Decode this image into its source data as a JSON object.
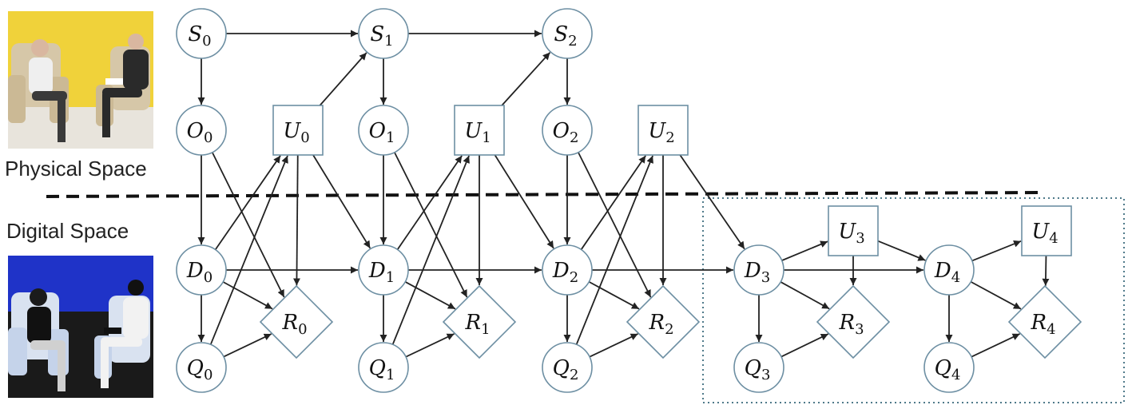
{
  "labels": {
    "physical": "Physical Space",
    "digital": "Digital Space"
  },
  "images": {
    "physical": "photo of two people seated in armchairs (physical therapy session)",
    "digital": "color-inverted photo of the same session (digital twin)"
  },
  "colors": {
    "node_stroke": "#6d8fa3",
    "edge": "#222222",
    "divider": "#111111",
    "dotted_box": "#4f7a8a"
  },
  "nodes": [
    {
      "id": "S0",
      "shape": "circle",
      "base": "S",
      "sub": "0"
    },
    {
      "id": "S1",
      "shape": "circle",
      "base": "S",
      "sub": "1"
    },
    {
      "id": "S2",
      "shape": "circle",
      "base": "S",
      "sub": "2"
    },
    {
      "id": "O0",
      "shape": "circle",
      "base": "O",
      "sub": "0"
    },
    {
      "id": "O1",
      "shape": "circle",
      "base": "O",
      "sub": "1"
    },
    {
      "id": "O2",
      "shape": "circle",
      "base": "O",
      "sub": "2"
    },
    {
      "id": "U0",
      "shape": "square",
      "base": "U",
      "sub": "0"
    },
    {
      "id": "U1",
      "shape": "square",
      "base": "U",
      "sub": "1"
    },
    {
      "id": "U2",
      "shape": "square",
      "base": "U",
      "sub": "2"
    },
    {
      "id": "U3",
      "shape": "square",
      "base": "U",
      "sub": "3"
    },
    {
      "id": "U4",
      "shape": "square",
      "base": "U",
      "sub": "4"
    },
    {
      "id": "D0",
      "shape": "circle",
      "base": "D",
      "sub": "0"
    },
    {
      "id": "D1",
      "shape": "circle",
      "base": "D",
      "sub": "1"
    },
    {
      "id": "D2",
      "shape": "circle",
      "base": "D",
      "sub": "2"
    },
    {
      "id": "D3",
      "shape": "circle",
      "base": "D",
      "sub": "3"
    },
    {
      "id": "D4",
      "shape": "circle",
      "base": "D",
      "sub": "4"
    },
    {
      "id": "R0",
      "shape": "diamond",
      "base": "R",
      "sub": "0"
    },
    {
      "id": "R1",
      "shape": "diamond",
      "base": "R",
      "sub": "1"
    },
    {
      "id": "R2",
      "shape": "diamond",
      "base": "R",
      "sub": "2"
    },
    {
      "id": "R3",
      "shape": "diamond",
      "base": "R",
      "sub": "3"
    },
    {
      "id": "R4",
      "shape": "diamond",
      "base": "R",
      "sub": "4"
    },
    {
      "id": "Q0",
      "shape": "circle",
      "base": "Q",
      "sub": "0"
    },
    {
      "id": "Q1",
      "shape": "circle",
      "base": "Q",
      "sub": "1"
    },
    {
      "id": "Q2",
      "shape": "circle",
      "base": "Q",
      "sub": "2"
    },
    {
      "id": "Q3",
      "shape": "circle",
      "base": "Q",
      "sub": "3"
    },
    {
      "id": "Q4",
      "shape": "circle",
      "base": "Q",
      "sub": "4"
    }
  ],
  "edges": [
    [
      "S0",
      "S1"
    ],
    [
      "S1",
      "S2"
    ],
    [
      "S0",
      "O0"
    ],
    [
      "S1",
      "O1"
    ],
    [
      "S2",
      "O2"
    ],
    [
      "U0",
      "S1"
    ],
    [
      "U1",
      "S2"
    ],
    [
      "O0",
      "D0"
    ],
    [
      "O1",
      "D1"
    ],
    [
      "O2",
      "D2"
    ],
    [
      "O0",
      "R0"
    ],
    [
      "O1",
      "R1"
    ],
    [
      "O2",
      "R2"
    ],
    [
      "D0",
      "U0"
    ],
    [
      "D1",
      "U1"
    ],
    [
      "D2",
      "U2"
    ],
    [
      "Q0",
      "U0"
    ],
    [
      "Q1",
      "U1"
    ],
    [
      "Q2",
      "U2"
    ],
    [
      "U0",
      "R0"
    ],
    [
      "U1",
      "R1"
    ],
    [
      "U2",
      "R2"
    ],
    [
      "U0",
      "D1"
    ],
    [
      "U1",
      "D2"
    ],
    [
      "U2",
      "D3"
    ],
    [
      "D0",
      "D1"
    ],
    [
      "D1",
      "D2"
    ],
    [
      "D2",
      "D3"
    ],
    [
      "D3",
      "D4"
    ],
    [
      "D0",
      "R0"
    ],
    [
      "D1",
      "R1"
    ],
    [
      "D2",
      "R2"
    ],
    [
      "D3",
      "R3"
    ],
    [
      "D4",
      "R4"
    ],
    [
      "D0",
      "Q0"
    ],
    [
      "D1",
      "Q1"
    ],
    [
      "D2",
      "Q2"
    ],
    [
      "D3",
      "Q3"
    ],
    [
      "D4",
      "Q4"
    ],
    [
      "Q0",
      "R0"
    ],
    [
      "Q1",
      "R1"
    ],
    [
      "Q2",
      "R2"
    ],
    [
      "Q3",
      "R3"
    ],
    [
      "Q4",
      "R4"
    ],
    [
      "D3",
      "U3"
    ],
    [
      "U3",
      "D4"
    ],
    [
      "U3",
      "R3"
    ],
    [
      "D4",
      "U4"
    ],
    [
      "U4",
      "R4"
    ]
  ]
}
